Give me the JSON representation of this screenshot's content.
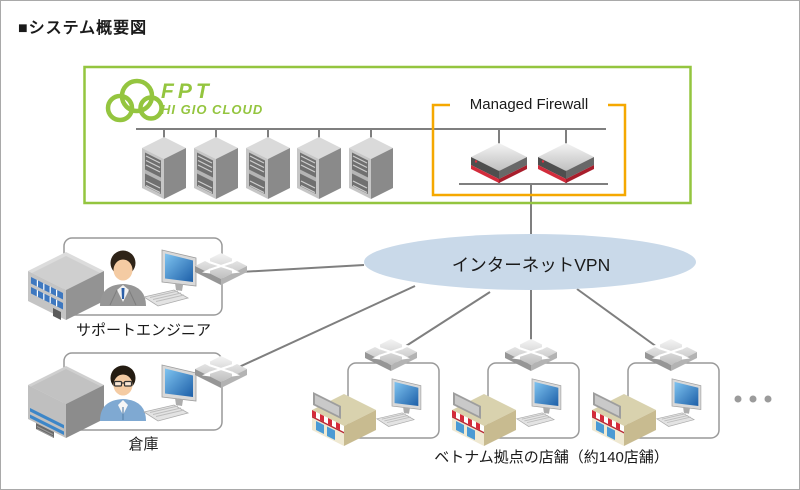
{
  "page": {
    "title": "■システム概要図"
  },
  "colors": {
    "brand_green": "#94C53F",
    "firewall_orange": "#F5A800",
    "vpn_ellipse_fill": "#C9D9E9",
    "connector_gray": "#7F7F7F"
  },
  "cloud": {
    "logo": {
      "line1": "FPT",
      "line2": "HI GIO CLOUD"
    },
    "server_count": 5,
    "firewall": {
      "label": "Managed Firewall",
      "device_count": 2
    }
  },
  "vpn": {
    "label": "インターネットVPN"
  },
  "sites": {
    "support": {
      "label": "サポートエンジニア"
    },
    "warehouse": {
      "label": "倉庫"
    },
    "stores": {
      "label": "ベトナム拠点の店舗（約140店舗）",
      "shown_count": 3
    }
  }
}
